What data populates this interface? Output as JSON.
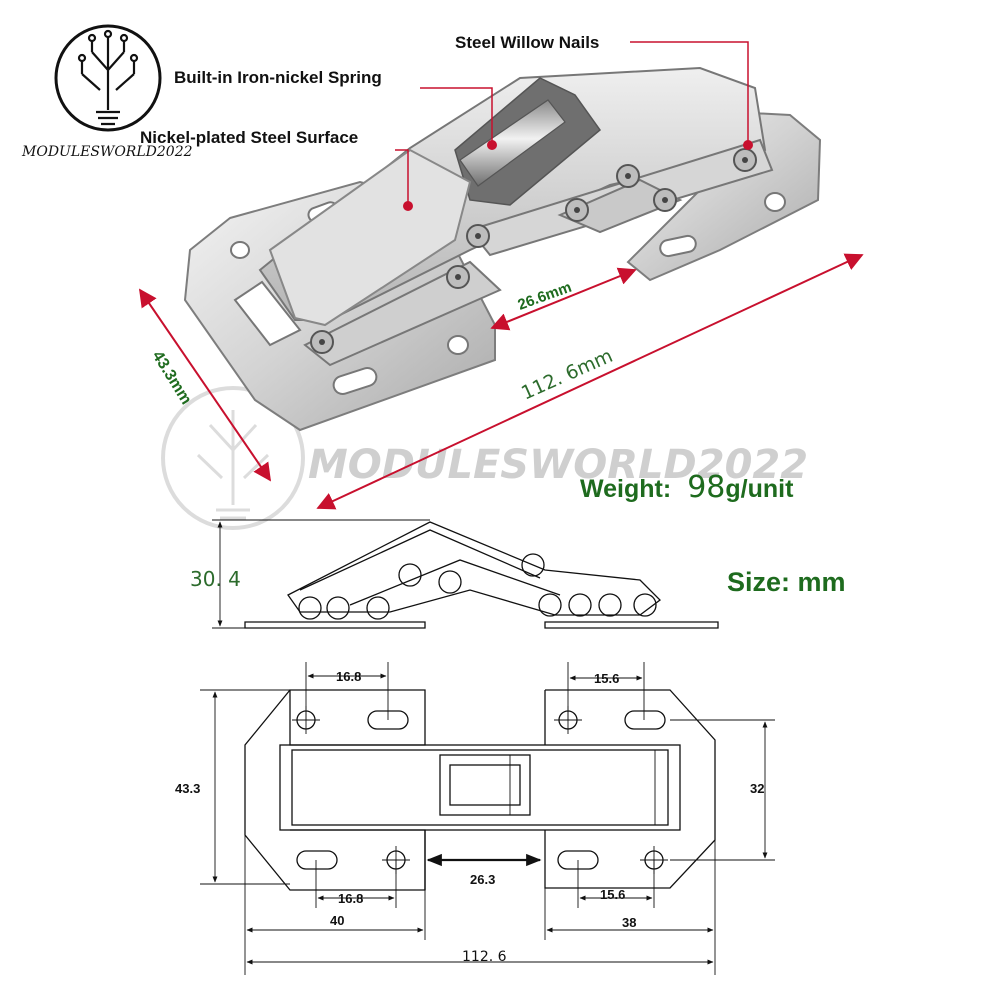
{
  "watermark": {
    "logo_text": "MODULESWORLD2022",
    "center_text": "MODULESWORLD2022"
  },
  "callouts": {
    "nails": "Steel Willow Nails",
    "spring": "Built-in Iron-nickel Spring",
    "surface": "Nickel-plated Steel Surface"
  },
  "photo_dims": {
    "width": "43.3mm",
    "gap": "26.6mm",
    "length": "112. 6mm"
  },
  "specs": {
    "weight_label": "Weight:",
    "weight_value": "98",
    "weight_unit": "g/unit",
    "size_label": "Size: mm"
  },
  "side_view": {
    "height": "30. 4"
  },
  "top_view": {
    "hole_left_top": "16.8",
    "hole_right_top": "15.6",
    "height_left": "43.3",
    "height_right": "32",
    "gap": "26.3",
    "hole_left_bottom": "16.8",
    "hole_right_bottom": "15.6",
    "base_left": "40",
    "base_right": "38",
    "total": "112. 6"
  },
  "colors": {
    "accent_red": "#c8102e",
    "dim_green": "#1e6b1e",
    "metal_light": "#e4e4e4",
    "metal_dark": "#9a9a9a"
  }
}
